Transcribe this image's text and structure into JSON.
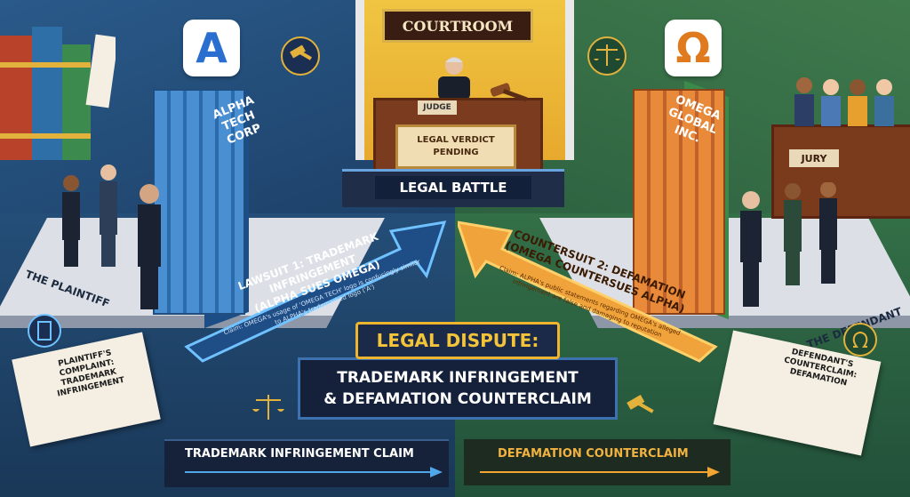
{
  "courtroom": {
    "title": "COURTROOM",
    "judge_label": "JUDGE",
    "verdict_line1": "LEGAL VERDICT",
    "verdict_line2": "PENDING",
    "stage_label": "LEGAL BATTLE",
    "jury_label": "JURY"
  },
  "plaintiff": {
    "company_line1": "ALPHA",
    "company_line2": "TECH CORP",
    "logo_letter": "A",
    "side_label": "THE PLAINTIFF",
    "document_line1": "PLAINTIFF'S",
    "document_line2": "COMPLAINT:",
    "document_line3": "TRADEMARK",
    "document_line4": "INFRINGEMENT",
    "lawsuit_line1": "LAWSUIT 1: TRADEMARK INFRINGEMENT",
    "lawsuit_line2": "(ALPHA SUES OMEGA)",
    "lawsuit_claim": "Claim: OMEGA's usage of 'OMEGA TECH' logo is confusingly similar to ALPHA's trademarked logo ('A')",
    "bar_label": "TRADEMARK INFRINGEMENT CLAIM",
    "accent": "#3e8ad6"
  },
  "defendant": {
    "company_line1": "OMEGA",
    "company_line2": "GLOBAL INC.",
    "logo_letter": "Ω",
    "side_label": "THE DEFENDANT",
    "document_line1": "DEFENDANT'S",
    "document_line2": "COUNTERCLAIM:",
    "document_line3": "DEFAMATION",
    "counter_line1": "COUNTERSUIT 2: DEFAMATION",
    "counter_line2": "(OMEGA COUNTERSUES ALPHA)",
    "counter_claim": "Claim: ALPHA's public statements regarding OMEGA's alleged infringement are false and damaging to reputation",
    "bar_label": "DEFAMATION COUNTERCLAIM",
    "accent": "#f2a531"
  },
  "dispute": {
    "heading": "LEGAL DISPUTE:",
    "line1": "TRADEMARK INFRINGEMENT",
    "line2": "& DEFAMATION COUNTERCLAIM"
  }
}
